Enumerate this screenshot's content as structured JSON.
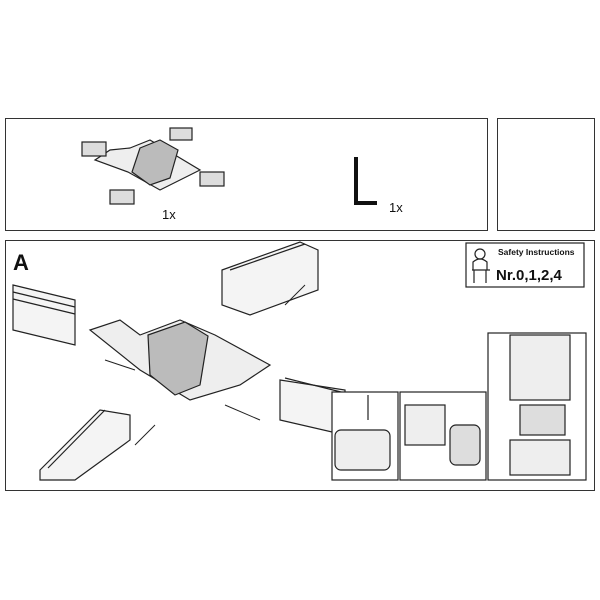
{
  "parts": {
    "connector_qty": "1x",
    "hex_key_qty": "1x"
  },
  "step": {
    "label": "A",
    "safety_title": "Safety Instructions",
    "safety_numbers": "Nr.0,1,2,4"
  }
}
